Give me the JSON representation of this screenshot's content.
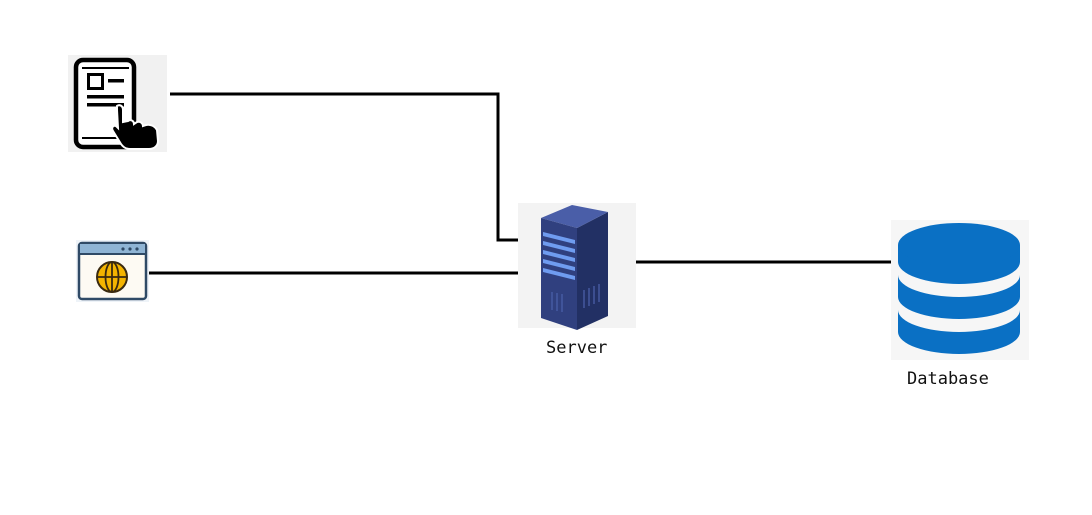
{
  "diagram": {
    "nodes": {
      "mobile": {
        "icon": "mobile-touch-icon"
      },
      "web": {
        "icon": "browser-globe-icon"
      },
      "server": {
        "icon": "server-rack-icon",
        "label": "Server"
      },
      "database": {
        "icon": "database-cylinder-icon",
        "label": "Database"
      }
    },
    "edges": [
      {
        "from": "mobile",
        "to": "server"
      },
      {
        "from": "web",
        "to": "server"
      },
      {
        "from": "server",
        "to": "database"
      }
    ],
    "colors": {
      "line": "#000000",
      "database": "#0a70c4",
      "server_body": "#2e3d7a",
      "server_light": "#5f8fe8",
      "globe": "#f4b400",
      "browser_frame": "#8fb4d4"
    }
  }
}
